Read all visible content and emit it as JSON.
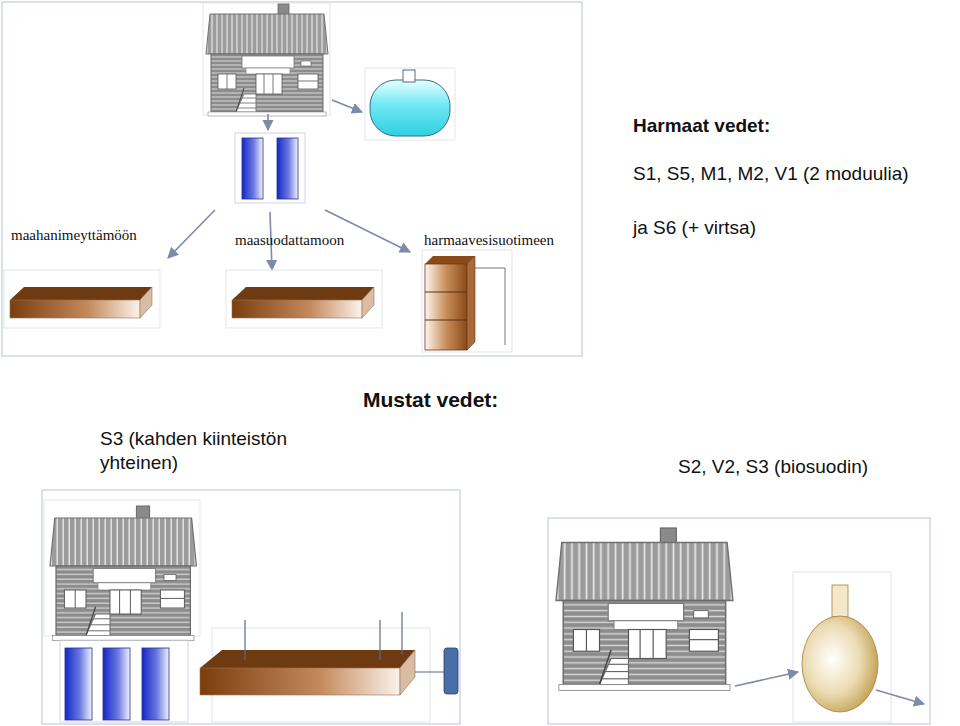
{
  "diagram": {
    "labels": [
      "Harmaat vedet:",
      "S1, S5, M1, M2, V1 (2 moduulia)",
      "ja S6 (+ virtsa)",
      "maahanimeyttämöön",
      "maasuodattamoon",
      "harmaavesisuotimeen",
      "Mustat vedet:",
      "S3 (kahden kiinteistön yhteinen)",
      "S2, V2, S3 (biosuodin)"
    ]
  }
}
